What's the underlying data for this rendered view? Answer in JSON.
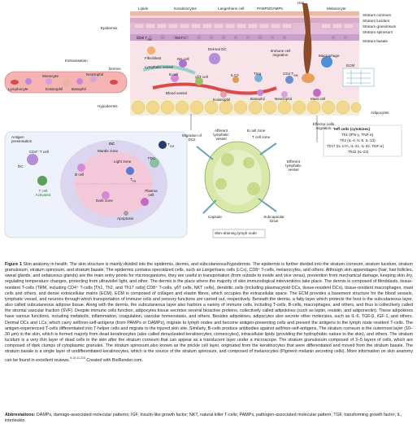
{
  "diagram": {
    "top_labels": {
      "lipids": "Lipids",
      "keratinocytes": "Keratinocytes",
      "langerhans_cell": "Langerhans cell",
      "pamps_damps": "PAMPs/DAMPs",
      "hair": "Hair",
      "melanocyte": "Melanocyte"
    },
    "strata": [
      "Stratum corneum",
      "Stratum lucidum",
      "Stratum granulosum",
      "Stratum spinosum",
      "Stratum basale"
    ],
    "layers": {
      "epidermis": "Epidermis",
      "dermis": "Dermis",
      "hypodermis": "Hypodermis",
      "adipocytes": "Adipocytes"
    },
    "epidermis_cells": {
      "cd8_trm": "CD8 T",
      "detc": "DETC"
    },
    "dermis_cells": {
      "fibroblast": "Fibroblast",
      "lymphatic_vessel": "Lymphatic vessel",
      "nk_cell": "NK cell",
      "dermal_dc": "Dermal DC",
      "immune_cell_migration": "Immune cell migration",
      "macrophage": "Macrophage",
      "ecm": "ECM",
      "b_cell": "B cell",
      "gdt_cell": "γδT cell",
      "ilc2": "ILC2",
      "treg": "Treg",
      "cd4_trm": "CD4 T",
      "blood_vessel": "Blood vessel",
      "eosinophil": "Eosinophil",
      "basophil": "Basophil",
      "neutrophil": "Neutrophil",
      "mast_cell": "Mast cell"
    },
    "blood": {
      "extravasation": "Extravasation",
      "monocyte": "Monocyte",
      "neutrophil": "Neutrophil",
      "lymphocyte": "Lymphocyte",
      "eosinophil": "Eosinophil",
      "basophil": "Basophil"
    },
    "lymph_node": {
      "migration_of_dcs": "Migration of DCs",
      "afferent_lymphatic_vessel": "Afferent lymphatic vessel",
      "b_cell_zone": "B cell zone",
      "t_cell_zone": "T cell zone",
      "efferent_lymphatic_vessel": "Efferent lymphatic vessel",
      "effector_cells_migration": "Effector cells migration",
      "capsule": "Capsule",
      "subcapsular_sinus": "Subcapsular sinus",
      "title": "Skin-draining lymph node"
    },
    "teff": {
      "title": "Teff cells (cytokines)",
      "rows": [
        "Th1 (IFN-γ, TNF-α)",
        "Th2 (IL-4, IL-5, IL-13)",
        "Th17 (IL-17A, IL-21, IL-22, TNF-α)",
        "Th22 (IL-22)"
      ]
    },
    "gc": {
      "antigen_presentation": "Antigen presentation",
      "cd4_t_cell": "CD4⁺ T cell",
      "dc": "DC",
      "t_cell_activated": "T cell Activated",
      "gc": "GC",
      "mantle_zone": "Mantle zone",
      "light_zone": "Light zone",
      "dark_zone": "Dark zone",
      "b_cell": "B cell",
      "fdc": "FDC",
      "tfh": "T",
      "plasma_cell": "Plasma cell",
      "apoptosis": "Apoptosis",
      "tcm": "T"
    }
  },
  "caption": {
    "label": "Figure 1",
    "text": "Skin anatomy in health. The skin structure is mainly divided into the epidermis, dermis, and subcutaneous/hypodermis. The epidermis is further divided into the stratum corneum, stratum lucidum, stratum granulosum, stratum spinosum, and stratum basale. The epidermis contains specialized cells, such as Langerhans cells (LCs), CD8⁺ T-cells, melanocytes, and others. Although skin appendages (hair, hair follicles, sweat glands, and sebaceous glands) are the main entry points for microorganisms, they are useful in transportation (from outside to inside and vice versa), prevention from mechanical damage, keeping skin dry, regulating temperature changes, protecting from ultraviolet light, and other. The dermis is the place where the majority of skin immunological interventions take place. The dermis is composed of fibroblasts, tissue-resident T-cells (TRM, including CD4⁺ T-cells [Th1, Th2, and Th17 cells] CD8⁺ T-cells, γδT cells, NKT cells), dendritic cells (including plasmacytoid DCs, tissue-resident DCs), tissue-resident macrophages, mast cells and others, and dense extracellular matrix (ECM). ECM is composed of collagen and elastin fibres, which occupies the extracellular space. The ECM provides a basement structure for the blood vessels, lymphatic vessel, and neurons through which transportation of immune cells and sensory functions are carried out, respectively. Beneath the dermis, a fatty layer which protects the host is the subcutaneous layer, also called subcutaneous adipose tissue. Along with the dermis, the subcutaneous layer also harbors a variety of immune cells, including T-cells, B-cells, macrophages, and others, and thus is collectively called the stromal vascular fraction (SVF). Despite immune cells function, adipocytes tissue secretes several bioactive proteins, collectively called adipokines (such as leptin, resistin, and adiponectin). These adipokines have various functions, including metabolic, inflammation, coagulation, vascular homeostasis, and others. Besides adipokines, adipocytes also secrete other molecules, such as IL-6, TGF-β, IGF-1, and others. Dermal DCs and LCs, which carry self/non-self-antigens (from PAMPs or DAMPs), migrate to lymph nodes and become antigen-presenting cells and present the antigens to the lymph node resident T-cells. The antigen-experienced T-cells differentiated into T-helper cells and migrate to the injured skin site. Similarly, B-cells produce antibodies against self/non-self-antigens. The stratum corneum is the outermost layer (10–30 μm) in the skin, which is formed majorly from dead keratinocytes (also called denucleated keratinocytes; corneocytes), intracellular lipids (providing the hydrophobic nature to the skin), and others. The stratum lucidum is a very thin layer of dead cells in the skin after the stratum corneum that can appear as a translucent layer under a microscope. The stratum granulosum composed of 3–5 layers of cells, which are composed of dark clumps of cytoplasmic granules. The stratum spinosum,also known as the prickle cell layer, originated from the keratinocytes that were differentiated and moved from the stratum basale. The stratum basale is a single layer of undifferentiated keratinocytes, which is the source of the stratum spinosum, and composed of melanocytes (Pigment melanin secreting cells). More information on skin anatomy can be found in excellent reviews.",
    "refs": "5,10,11,210",
    "tail": " Created with BioRender.com."
  },
  "abbreviations": {
    "label": "Abbreviations:",
    "text": " DAMPs, damage-associated molecular patterns; IGF, Insulin-like growth factor; NKT, natural killer T-cells; PAMPs, pathogen-associated molecular pattern; TGF, transforming growth factor; IL, interleukin."
  },
  "colors": {
    "epidermis": "#e9c8d8",
    "dermis": "#f7e6ea",
    "hypodermis": "#f6efe0",
    "adipocyte": "#f2dc9c",
    "lymph_node": "#d7e7a8",
    "gc_panel": "#eef2fb",
    "blood": "#f2a3a3",
    "accent_blue": "#1f5da8"
  }
}
